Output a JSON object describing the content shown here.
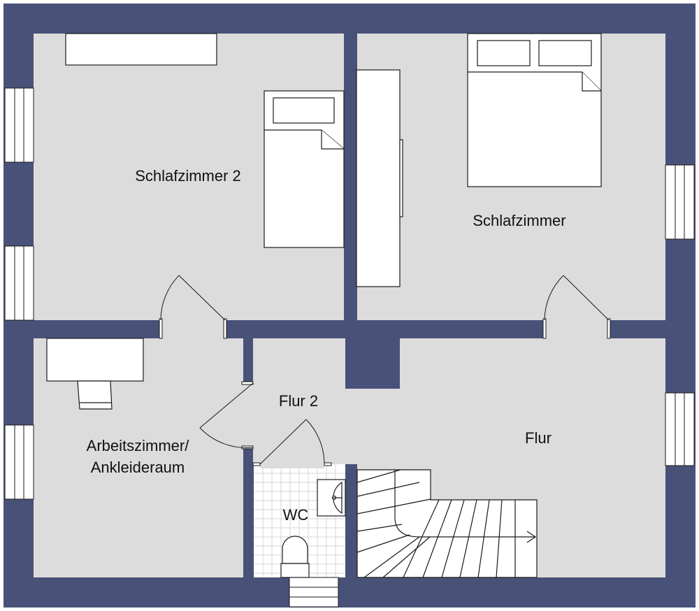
{
  "colors": {
    "wall": "#485177",
    "floor": "#dcdcdc",
    "furniture_fill": "#ffffff",
    "furniture_stroke": "#1a1a1a",
    "tile_grid": "#d4d4d4"
  },
  "rooms": [
    {
      "key": "schlafzimmer2",
      "label": "Schlafzimmer 2"
    },
    {
      "key": "schlafzimmer",
      "label": "Schlafzimmer"
    },
    {
      "key": "arbeitszimmer",
      "label_lines": [
        "Arbeitszimmer/",
        "Ankleideraum"
      ]
    },
    {
      "key": "flur2",
      "label": "Flur 2"
    },
    {
      "key": "flur",
      "label": "Flur"
    },
    {
      "key": "wc",
      "label": "WC"
    }
  ]
}
